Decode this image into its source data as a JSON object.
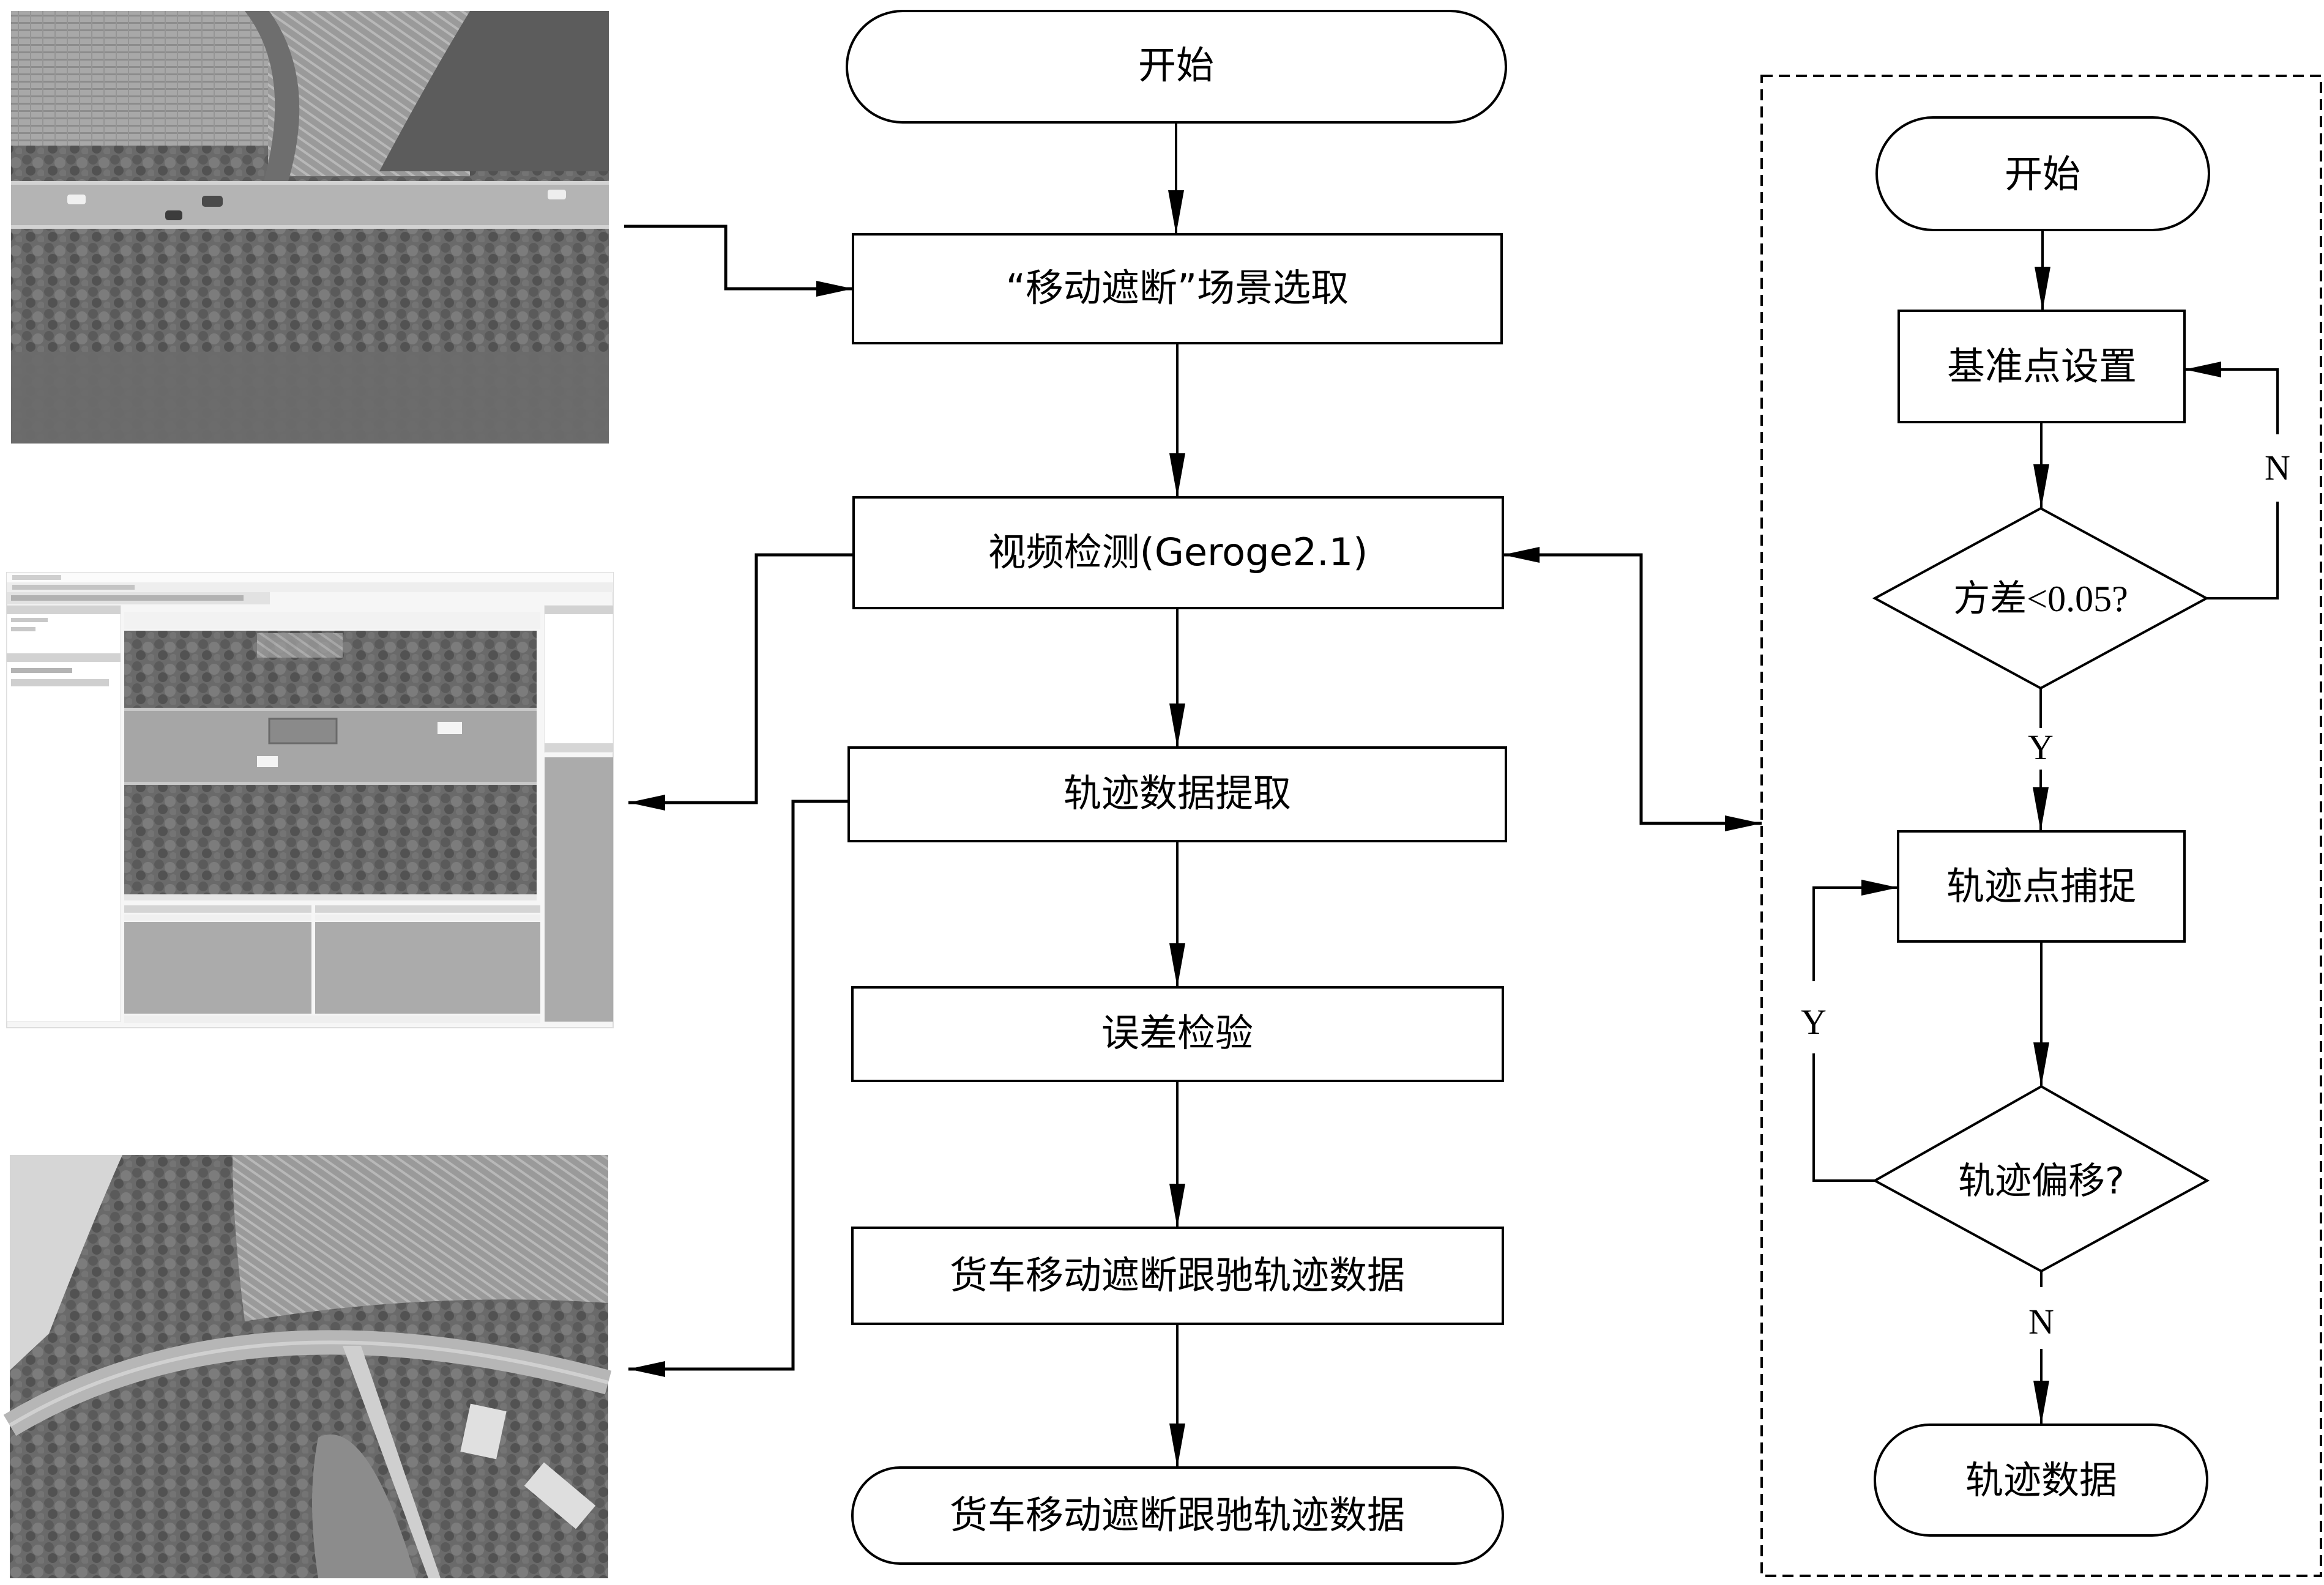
{
  "main_flow": {
    "start": "开始",
    "steps": [
      "“移动遮断”场景选取",
      "视频检测(Geroge2.1)",
      "轨迹数据提取",
      "误差检验",
      "货车移动遮断跟驰轨迹数据"
    ],
    "end": "货车移动遮断跟驰轨迹数据"
  },
  "sub_flow": {
    "start": "开始",
    "step_reference": "基准点设置",
    "decision_variance": "方差<0.05?",
    "step_capture": "轨迹点捕捉",
    "decision_offset": "轨迹偏移?",
    "end": "轨迹数据",
    "labels": {
      "variance_no": "N",
      "variance_yes": "Y",
      "offset_yes": "Y",
      "offset_no": "N"
    }
  },
  "images": {
    "aerial_straight_road": "aerial-photo-straight-road",
    "software_screenshot": "video-detection-software-screenshot",
    "aerial_curved_road": "aerial-photo-curved-road"
  },
  "colors": {
    "stroke": "#000000",
    "background": "#ffffff"
  }
}
